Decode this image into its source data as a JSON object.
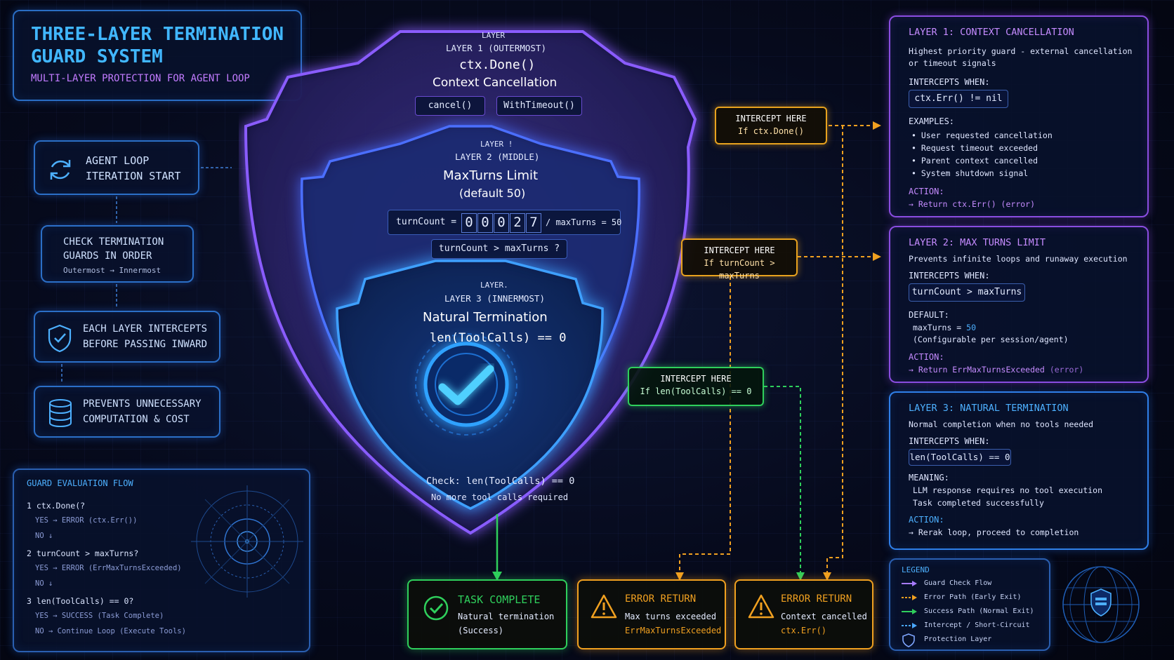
{
  "title": {
    "line1": "THREE-LAYER TERMINATION",
    "line2": "GUARD SYSTEM",
    "subtitle": "MULTI-LAYER PROTECTION FOR AGENT LOOP"
  },
  "left_steps": [
    {
      "line1": "AGENT LOOP",
      "line2": "ITERATION START",
      "icon": "refresh-icon"
    },
    {
      "line1": "CHECK TERMINATION",
      "line2": "GUARDS IN ORDER",
      "line3": "Outermost → Innermost"
    },
    {
      "line1": "EACH LAYER INTERCEPTS",
      "line2": "BEFORE PASSING INWARD",
      "icon": "shield-check-icon"
    },
    {
      "line1": "PREVENTS UNNECESSARY",
      "line2": "COMPUTATION & COST",
      "icon": "database-icon"
    }
  ],
  "flow": {
    "title": "GUARD EVALUATION FLOW",
    "items": [
      {
        "q": "1  ctx.Done(?",
        "yes": "YES → ERROR (ctx.Err())",
        "no": "NO ↓"
      },
      {
        "q": "2  turnCount > maxTurns?",
        "yes": "YES → ERROR (ErrMaxTurnsExceeded)",
        "no": "NO ↓"
      },
      {
        "q": "3  len(ToolCalls) == 0?",
        "yes": "YES → SUCCESS (Task Complete)",
        "no": "NO → Continue Loop (Execute Tools)"
      }
    ]
  },
  "layer1": {
    "tag": "LAYER",
    "name": "LAYER 1 (OUTERMOST)",
    "func": "ctx.Done()",
    "desc": "Context Cancellation",
    "chip1": "cancel()",
    "chip2": "WithTimeout()"
  },
  "layer2": {
    "tag": "LAYER !",
    "name": "LAYER 2 (MIDDLE)",
    "func": "MaxTurns Limit",
    "desc": "(default 50)",
    "counter_label": "turnCount =",
    "counter_digits": [
      "0",
      "0",
      "0",
      "2",
      "7"
    ],
    "counter_suffix": "/ maxTurns = 50",
    "check": "turnCount > maxTurns ?"
  },
  "layer3": {
    "tag": "LAYER.",
    "name": "LAYER 3 (INNERMOST)",
    "func": "Natural Termination",
    "desc": "len(ToolCalls) == 0",
    "check": "Check: len(ToolCalls) == 0",
    "check2": "No more tool calls required"
  },
  "intercepts": [
    {
      "title": "INTERCEPT HERE",
      "cond": "If ctx.Done()",
      "color": "#e8a21e"
    },
    {
      "title": "INTERCEPT HERE",
      "cond": "If turnCount > maxTurns",
      "color": "#e8a21e"
    },
    {
      "title": "INTERCEPT HERE",
      "cond": "If len(ToolCalls) == 0",
      "color": "#2fcf5c"
    }
  ],
  "results": [
    {
      "title": "TASK COMPLETE",
      "line1": "Natural termination",
      "line2": "(Success)",
      "color": "#2fcf5c"
    },
    {
      "title": "ERROR RETURN",
      "line1": "Max turns exceeded",
      "line2": "ErrMaxTurnsExceeded",
      "color": "#f0a020"
    },
    {
      "title": "ERROR RETURN",
      "line1": "Context cancelled",
      "line2": "ctx.Err()",
      "color": "#f0a020"
    }
  ],
  "right": {
    "l1": {
      "title": "LAYER 1: CONTEXT CANCELLATION",
      "desc1": "Highest priority guard - external cancellation",
      "desc2": "or timeout signals",
      "intercepts_label": "INTERCEPTS WHEN:",
      "code": "ctx.Err() != nil",
      "examples_label": "EXAMPLES:",
      "examples": [
        "• User requested cancellation",
        "• Request timeout exceeded",
        "• Parent context cancelled",
        "• System shutdown signal"
      ],
      "action_label": "ACTION:",
      "action": "→ Return ctx.Err() (error)"
    },
    "l2": {
      "title": "LAYER 2: MAX TURNS LIMIT",
      "desc1": "Prevents infinite loops and runaway execution",
      "intercepts_label": "INTERCEPTS WHEN:",
      "code": "turnCount > maxTurns",
      "default_label": "DEFAULT:",
      "default_key": "maxTurns = ",
      "default_val": "50",
      "default_note": "(Configurable per session/agent)",
      "action_label": "ACTION:",
      "action": "→ Return ErrMaxTurnsExceeded",
      "action_tag": "(error)"
    },
    "l3": {
      "title": "LAYER 3: NATURAL TERMINATION",
      "desc1": "Normal completion when no tools needed",
      "intercepts_label": "INTERCEPTS WHEN:",
      "code": "len(ToolCalls) == 0",
      "meaning_label": "MEANING:",
      "meaning1": "LLM response requires no tool execution",
      "meaning2": "Task completed successfully",
      "action_label": "ACTION:",
      "action": "→ Rerak loop, proceed to completion"
    }
  },
  "legend": {
    "title": "LEGEND",
    "items": [
      {
        "label": "Guard Check Flow",
        "color": "#a77bff"
      },
      {
        "label": "Error Path (Early Exit)",
        "color": "#f0a020"
      },
      {
        "label": "Success Path (Normal Exit)",
        "color": "#2fcf5c"
      },
      {
        "label": "Intercept / Short-Circuit",
        "color": "#4aa8ff"
      },
      {
        "label": "Protection Layer",
        "color": "#7fa6ff"
      }
    ]
  },
  "colors": {
    "accent_blue": "#4db0ff",
    "accent_purple": "#a06bff",
    "success": "#2fcf5c",
    "warning": "#f0a020"
  }
}
